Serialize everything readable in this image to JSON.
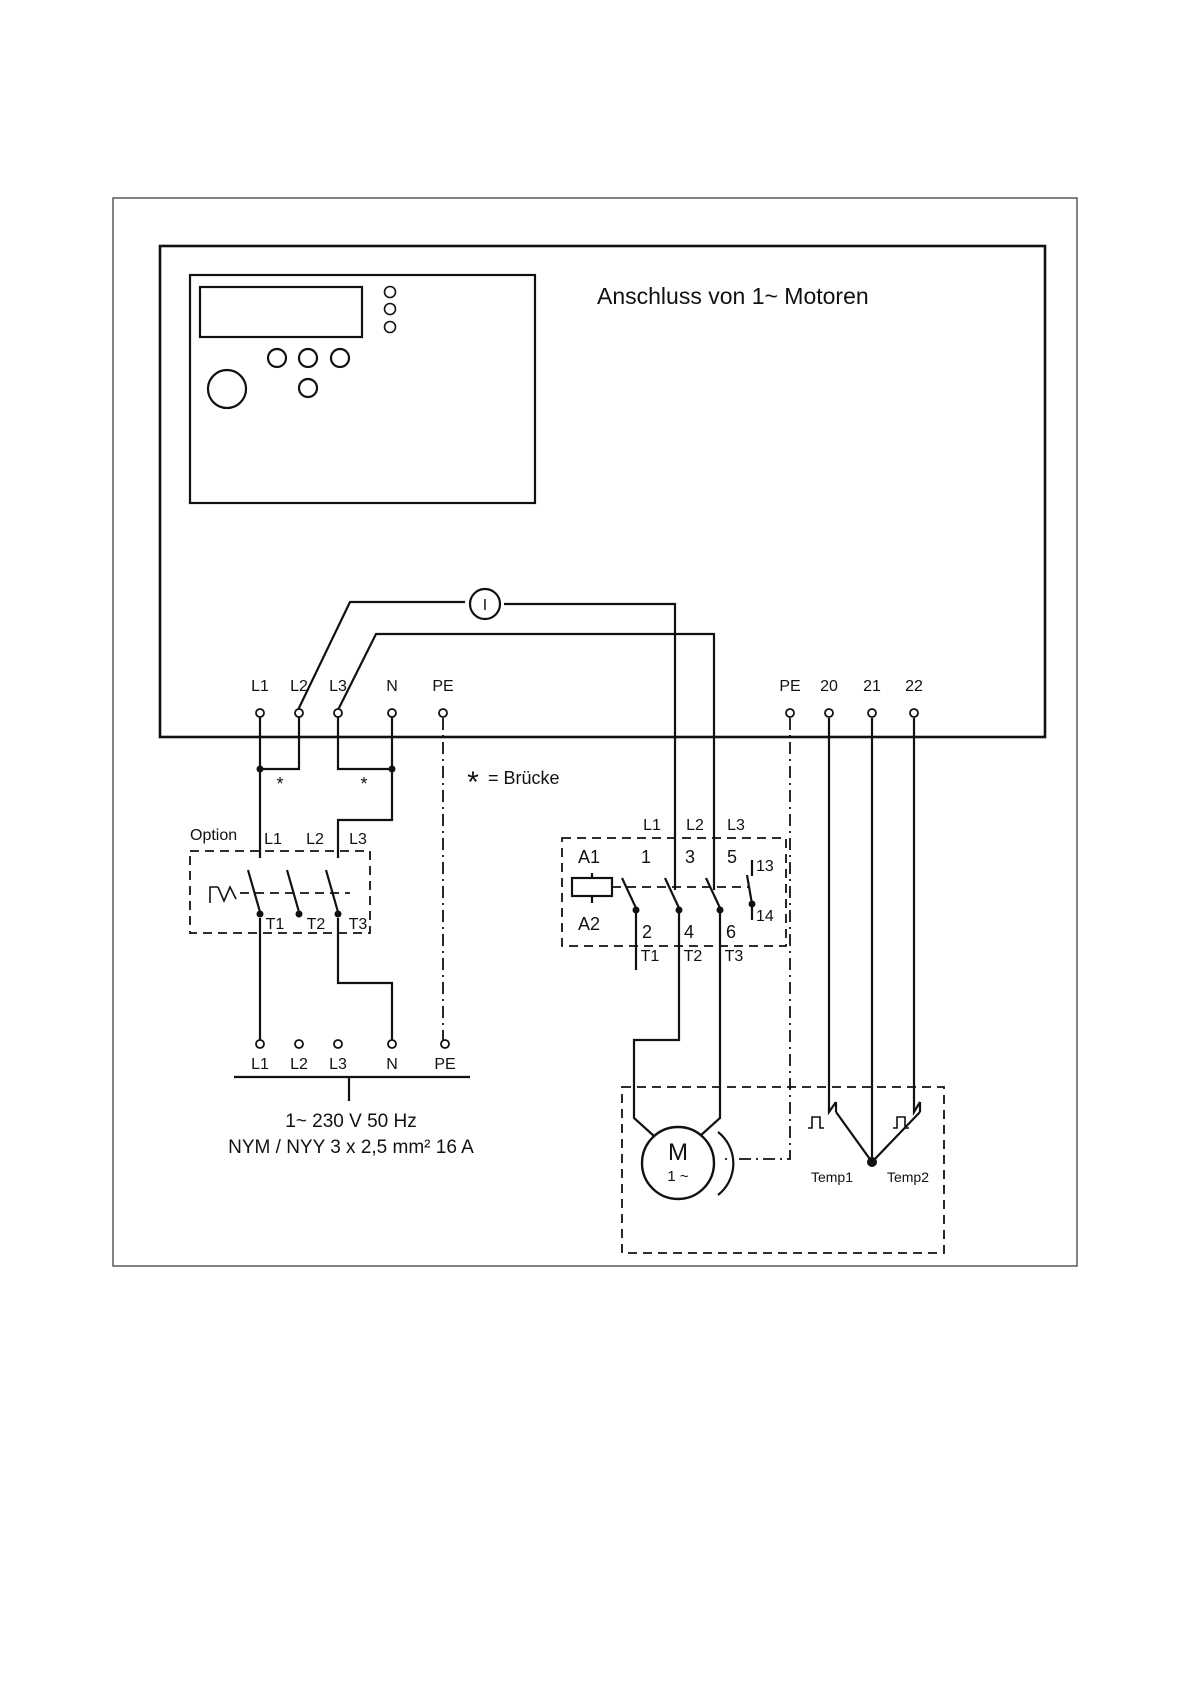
{
  "title": "Anschluss von 1~ Motoren",
  "controller_terminals": [
    "L1",
    "L2",
    "L3",
    "N",
    "PE"
  ],
  "right_terminals": [
    "PE",
    "20",
    "21",
    "22"
  ],
  "bridge_mark": "*",
  "bridge_legend_star": "*",
  "bridge_legend": "= Brücke",
  "current_sensor_label": "I",
  "option_label": "Option",
  "option_switch": {
    "top": [
      "L1",
      "L2",
      "L3"
    ],
    "bottom": [
      "T1",
      "T2",
      "T3"
    ]
  },
  "contactor": {
    "top_lines": [
      "L1",
      "L2",
      "L3"
    ],
    "coil": [
      "A1",
      "A2"
    ],
    "contacts_top": [
      "1",
      "3",
      "5"
    ],
    "aux": [
      "13",
      "14"
    ],
    "contacts_bottom": [
      "2",
      "4",
      "6"
    ],
    "bottom_lines": [
      "T1",
      "T2",
      "T3"
    ]
  },
  "supply_terminals": [
    "L1",
    "L2",
    "L3",
    "N",
    "PE"
  ],
  "supply_spec": {
    "line1": "1~ 230 V 50 Hz",
    "line2": "NYM / NYY 3 x 2,5 mm² 16 A"
  },
  "motor": {
    "symbol": "M",
    "phase": "1 ~"
  },
  "temp_sensors": [
    "Temp1",
    "Temp2"
  ]
}
